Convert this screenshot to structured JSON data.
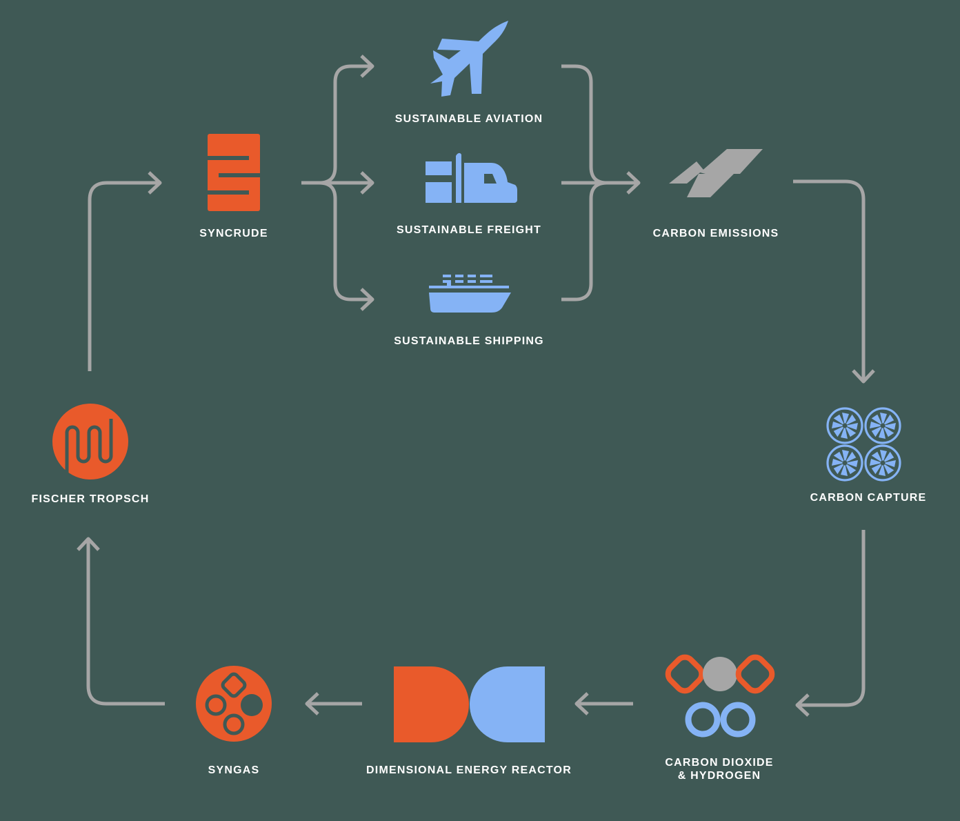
{
  "colors": {
    "background": "#3f5955",
    "arrow": "#a6a6a6",
    "orange": "#e95a2b",
    "blue": "#85b3f5",
    "grey": "#a6a6a6",
    "label": "#ffffff"
  },
  "nodes": {
    "syncrude": {
      "label": "SYNCRUDE",
      "icon": "syncrude-icon"
    },
    "aviation": {
      "label": "SUSTAINABLE AVIATION",
      "icon": "airplane-icon"
    },
    "freight": {
      "label": "SUSTAINABLE FREIGHT",
      "icon": "truck-icon"
    },
    "shipping": {
      "label": "SUSTAINABLE SHIPPING",
      "icon": "ship-icon"
    },
    "emissions": {
      "label": "CARBON EMISSIONS",
      "icon": "emissions-icon"
    },
    "capture": {
      "label": "CARBON CAPTURE",
      "icon": "fan-grid-icon"
    },
    "co2h2": {
      "label_line1": "CARBON DIOXIDE",
      "label_line2": "& HYDROGEN",
      "icon": "molecules-icon"
    },
    "reactor": {
      "label": "DIMENSIONAL ENERGY REACTOR",
      "icon": "reactor-icon"
    },
    "syngas": {
      "label": "SYNGAS",
      "icon": "syngas-icon"
    },
    "fischer": {
      "label": "FISCHER TROPSCH",
      "icon": "fischer-tropsch-icon"
    }
  },
  "edges": [
    {
      "from": "fischer",
      "to": "syncrude"
    },
    {
      "from": "syncrude",
      "to": "aviation"
    },
    {
      "from": "syncrude",
      "to": "freight"
    },
    {
      "from": "syncrude",
      "to": "shipping"
    },
    {
      "from": "aviation",
      "to": "emissions"
    },
    {
      "from": "freight",
      "to": "emissions"
    },
    {
      "from": "shipping",
      "to": "emissions"
    },
    {
      "from": "emissions",
      "to": "capture"
    },
    {
      "from": "capture",
      "to": "co2h2"
    },
    {
      "from": "co2h2",
      "to": "reactor"
    },
    {
      "from": "reactor",
      "to": "syngas"
    },
    {
      "from": "syngas",
      "to": "fischer"
    }
  ]
}
